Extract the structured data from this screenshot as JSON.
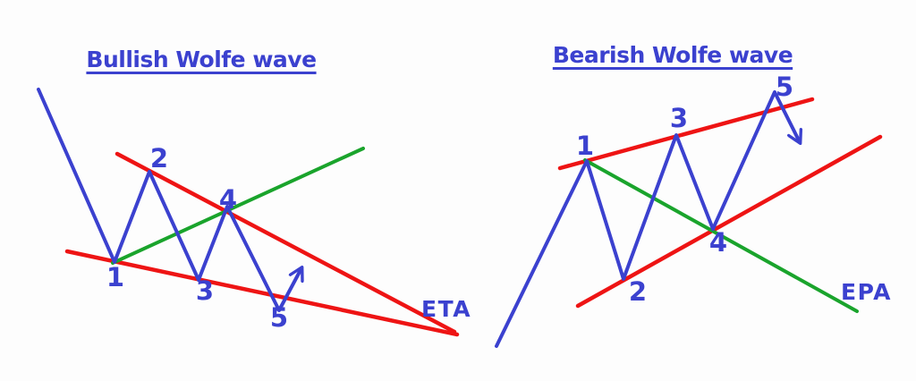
{
  "colors": {
    "blue": "#3b41cf",
    "red": "#ee1414",
    "green": "#1aa42c",
    "background": "#fdfdfd"
  },
  "bullish": {
    "title": "Bullish Wolfe wave",
    "point_labels": [
      "1",
      "2",
      "3",
      "4",
      "5"
    ],
    "target_label": "ETA"
  },
  "bearish": {
    "title": "Bearish Wolfe wave",
    "point_labels": [
      "1",
      "2",
      "3",
      "4",
      "5"
    ],
    "target_label": "EPA"
  }
}
